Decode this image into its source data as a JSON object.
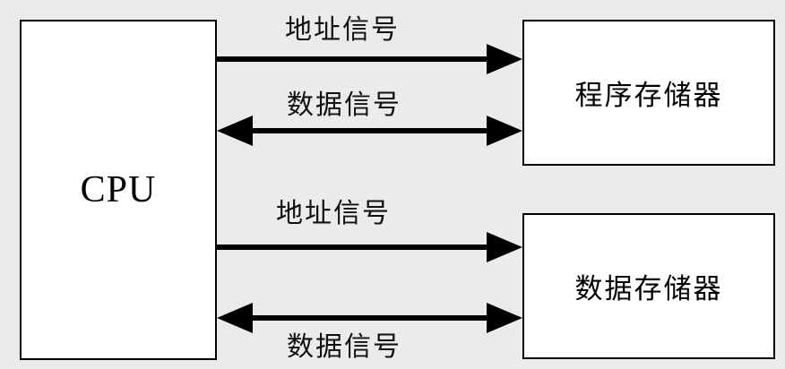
{
  "cpu": {
    "label": "CPU"
  },
  "program_memory": {
    "label": "程序存储器"
  },
  "data_memory": {
    "label": "数据存储器"
  },
  "buses": [
    {
      "label": "地址信号",
      "direction": "one-way"
    },
    {
      "label": "数据信号",
      "direction": "two-way"
    },
    {
      "label": "地址信号",
      "direction": "one-way"
    },
    {
      "label": "数据信号",
      "direction": "two-way"
    }
  ],
  "colors": {
    "background": "#ebebeb",
    "box_fill": "#ffffff",
    "line": "#000000"
  }
}
